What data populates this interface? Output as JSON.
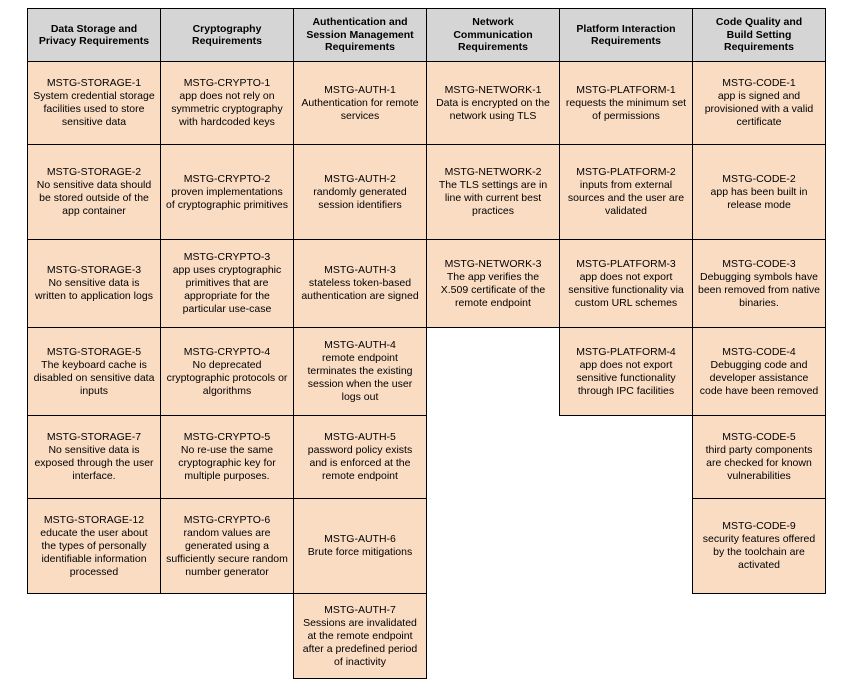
{
  "table": {
    "columns": [
      {
        "key": "storage",
        "header": "Data Storage and Privacy Requirements",
        "header_lines": [
          "Data Storage and",
          "Privacy Requirements"
        ],
        "top_offset": 0,
        "cells": [
          {
            "id": "MSTG-STORAGE-1",
            "text": "System credential storage facilities used to store sensitive data",
            "height": 84
          },
          {
            "id": "MSTG-STORAGE-2",
            "text": "No sensitive data should be stored outside of the app container",
            "height": 96
          },
          {
            "id": "MSTG-STORAGE-3",
            "text": "No sensitive data is written to application logs",
            "height": 89
          },
          {
            "id": "MSTG-STORAGE-5",
            "text": "The keyboard cache is disabled on sensitive data inputs",
            "height": 89
          },
          {
            "id": "MSTG-STORAGE-7",
            "text": "No sensitive data is exposed through the user interface.",
            "height": 84
          },
          {
            "id": "MSTG-STORAGE-12",
            "text": "educate the user about the types of personally identifiable information processed",
            "height": 96
          }
        ]
      },
      {
        "key": "crypto",
        "header": "Cryptography Requirements",
        "header_lines": [
          "Cryptography",
          "Requirements"
        ],
        "top_offset": 0,
        "cells": [
          {
            "id": "MSTG-CRYPTO-1",
            "text": "app does not rely on symmetric cryptography with hardcoded keys",
            "height": 84
          },
          {
            "id": "MSTG-CRYPTO-2",
            "text": "proven implementations of cryptographic primitives",
            "height": 96
          },
          {
            "id": "MSTG-CRYPTO-3",
            "text": "app uses cryptographic primitives that are appropriate for the particular use-case",
            "height": 89
          },
          {
            "id": "MSTG-CRYPTO-4",
            "text": "No deprecated cryptographic protocols or algorithms",
            "height": 89
          },
          {
            "id": "MSTG-CRYPTO-5",
            "text": "No re-use the same cryptographic key for multiple purposes.",
            "height": 84
          },
          {
            "id": "MSTG-CRYPTO-6",
            "text": "random values are generated using a sufficiently secure random number generator",
            "height": 96
          }
        ]
      },
      {
        "key": "auth",
        "header": "Authentication and Session Management Requirements",
        "header_lines": [
          "Authentication and",
          "Session Management",
          "Requirements"
        ],
        "top_offset": 0,
        "cells": [
          {
            "id": "MSTG-AUTH-1",
            "text": "Authentication for remote services",
            "height": 84
          },
          {
            "id": "MSTG-AUTH-2",
            "text": "randomly generated session identifiers",
            "height": 96
          },
          {
            "id": "MSTG-AUTH-3",
            "text": "stateless token-based authentication are signed",
            "height": 89
          },
          {
            "id": "MSTG-AUTH-4",
            "text": "remote endpoint terminates the existing session when the user logs out",
            "height": 89
          },
          {
            "id": "MSTG-AUTH-5",
            "text": "password policy exists and is enforced at the remote endpoint",
            "height": 84
          },
          {
            "id": "MSTG-AUTH-6",
            "text": "Brute force mitigations",
            "height": 96
          },
          {
            "id": "MSTG-AUTH-7",
            "text": "Sessions are invalidated at the remote endpoint after a predefined period of inactivity",
            "height": 86
          }
        ]
      },
      {
        "key": "network",
        "header": "Network Communication Requirements",
        "header_lines": [
          "Network",
          "Communication",
          "Requirements"
        ],
        "top_offset": 0,
        "cells": [
          {
            "id": "MSTG-NETWORK-1",
            "text": "Data is encrypted on the network using TLS",
            "height": 84
          },
          {
            "id": "MSTG-NETWORK-2",
            "text": "The TLS settings are in line with current best practices",
            "height": 96
          },
          {
            "id": "MSTG-NETWORK-3",
            "text": "The app verifies the X.509 certificate of the remote endpoint",
            "height": 89
          }
        ]
      },
      {
        "key": "platform",
        "header": "Platform Interaction Requirements",
        "header_lines": [
          "Platform Interaction",
          "Requirements"
        ],
        "top_offset": 0,
        "cells": [
          {
            "id": "MSTG-PLATFORM-1",
            "text": "requests the minimum set of permissions",
            "height": 84
          },
          {
            "id": "MSTG-PLATFORM-2",
            "text": "inputs from external sources and the user are validated",
            "height": 96
          },
          {
            "id": "MSTG-PLATFORM-3",
            "text": "app does not export sensitive functionality via custom URL schemes",
            "height": 89
          },
          {
            "id": "MSTG-PLATFORM-4",
            "text": "app does not export sensitive functionality through IPC facilities",
            "height": 89
          }
        ]
      },
      {
        "key": "code",
        "header": "Code Quality and Build Setting Requirements",
        "header_lines": [
          "Code Quality and",
          "Build Setting",
          "Requirements"
        ],
        "top_offset": 0,
        "cells": [
          {
            "id": "MSTG-CODE-1",
            "text": "app is signed and provisioned with a valid certificate",
            "height": 84
          },
          {
            "id": "MSTG-CODE-2",
            "text": "app has been built in release mode",
            "height": 96
          },
          {
            "id": "MSTG-CODE-3",
            "text": "Debugging symbols have been removed from native binaries.",
            "height": 89
          },
          {
            "id": "MSTG-CODE-4",
            "text": "Debugging code and developer assistance code have been removed",
            "height": 89
          },
          {
            "id": "MSTG-CODE-5",
            "text": "third party components are checked for known vulnerabilities",
            "height": 84
          },
          {
            "id": "MSTG-CODE-9",
            "text": "security features offered by the toolchain are activated",
            "height": 96
          }
        ]
      }
    ]
  },
  "colors": {
    "header_background": "#d5d5d5",
    "cell_background": "#fadcc3",
    "border": "#000000",
    "page_background": "#ffffff",
    "text": "#000000"
  }
}
